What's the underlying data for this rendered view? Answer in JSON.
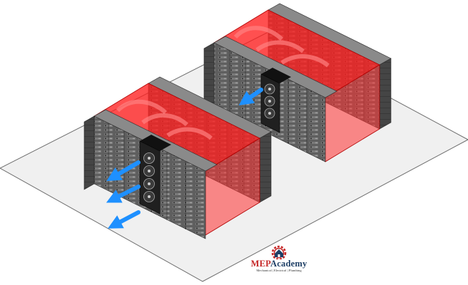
{
  "colors": {
    "background": "#ffffff",
    "floor_fill": "#f0f0f0",
    "floor_stroke": "#6e6e6e",
    "rack_front": "#5f5f5f",
    "rack_side": "#414141",
    "rack_top": "#8a8a8a",
    "hot_aisle": "#ff1f1f",
    "cooling_unit": "#202020",
    "airflow_arrow": "#1e90ff",
    "logo_red": "#c62828",
    "logo_navy": "#1f3f66"
  },
  "icons": {
    "airflow": "airflow-arrow-icon",
    "fan": "fan-icon",
    "logo": "gear-house-logo-icon"
  },
  "pods": [
    {
      "id": "front-pod",
      "arrows": 3
    },
    {
      "id": "back-pod",
      "arrows": 1
    }
  ],
  "logo": {
    "name_part1": "MEP",
    "name_part2": "Academy",
    "tagline": "Mechanical | Electrical | Plumbing"
  }
}
